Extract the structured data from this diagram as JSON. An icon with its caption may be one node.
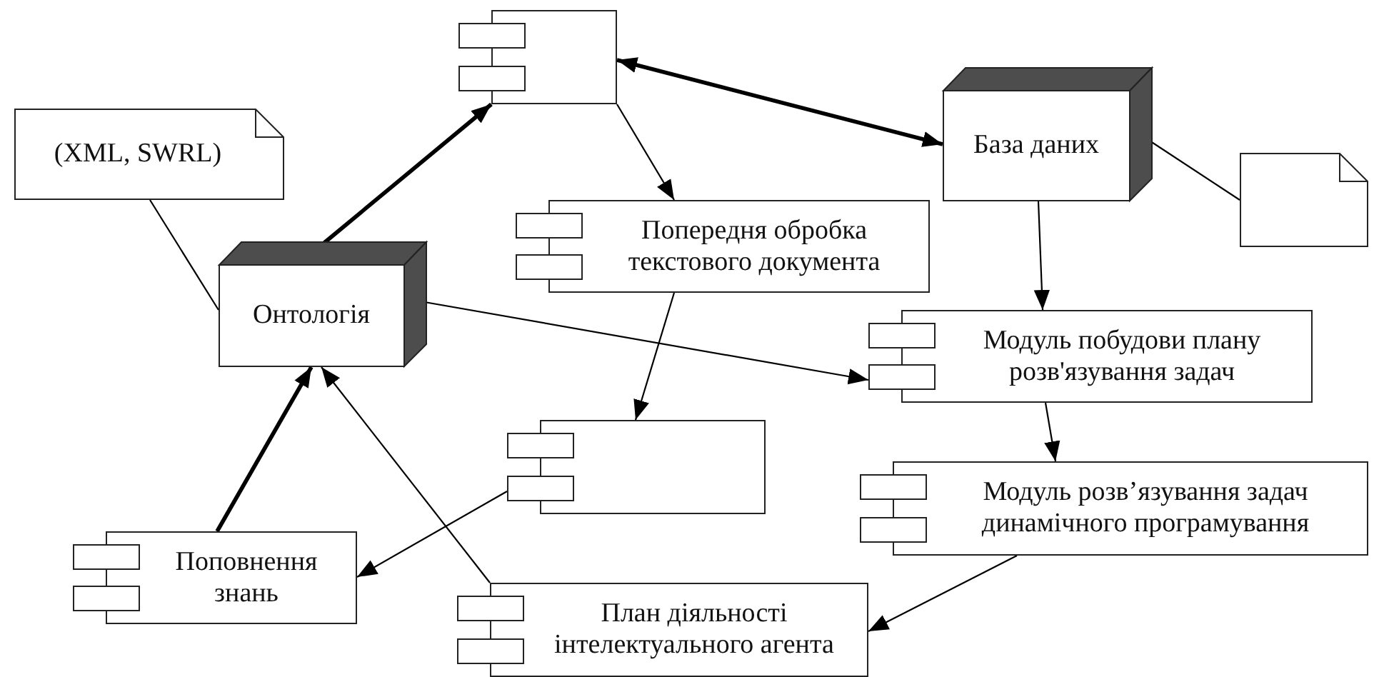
{
  "diagram": {
    "nodes": [
      {
        "text": [],
        "shape": "box"
      },
      {
        "text": [
          "(XML, SWRL)"
        ]
      },
      {
        "text": [
          "База даних"
        ]
      },
      {
        "text": [],
        "shape": "note"
      },
      {
        "text": [
          "Попередня обробка текстового документа"
        ]
      },
      {
        "text": [
          "Онтологія"
        ]
      },
      {
        "text": [
          "Модуль побудови плану розв'язування задач"
        ]
      },
      {
        "text": [],
        "shape": "box"
      },
      {
        "text": [
          "Модуль розв’язування задач динамічного програмування"
        ]
      },
      {
        "text": [
          "Поповнення знань"
        ]
      },
      {
        "text": [
          "План діяльності інтелектуального агента"
        ]
      }
    ],
    "edges": [
      {
        "from": 5,
        "to": 0,
        "arrow": "to",
        "style": "thick"
      },
      {
        "from": 0,
        "to": 2,
        "arrow": "both",
        "style": "thick"
      },
      {
        "from": 0,
        "to": 4,
        "arrow": "to"
      },
      {
        "from": 4,
        "to": 7,
        "arrow": "to"
      },
      {
        "from": 2,
        "to": 6,
        "arrow": "to"
      },
      {
        "from": 5,
        "to": 6,
        "arrow": "to"
      },
      {
        "from": 6,
        "to": 8,
        "arrow": "to"
      },
      {
        "from": 8,
        "to": 10,
        "arrow": "to"
      },
      {
        "from": 7,
        "to": 9,
        "arrow": "to"
      },
      {
        "from": 9,
        "to": 5,
        "arrow": "to",
        "style": "thick"
      },
      {
        "from": 10,
        "to": 5,
        "arrow": "to"
      },
      {
        "from": 1,
        "to": 5,
        "arrow": "none"
      },
      {
        "from": 2,
        "to": 3,
        "arrow": "none"
      }
    ]
  }
}
